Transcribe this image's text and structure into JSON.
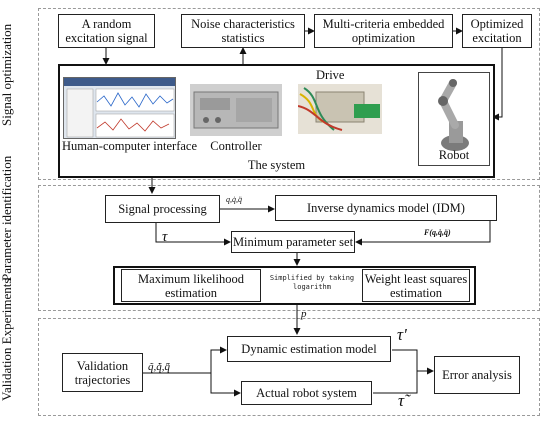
{
  "sections": {
    "signal_optimization": "Signal optimization",
    "parameter_identification": "Parameter identification",
    "validation_experiments": "Validation Experiments"
  },
  "boxes": {
    "random_excitation": "A random excitation signal",
    "noise_statistics": "Noise characteristics statistics",
    "multi_criteria": "Multi-criteria embedded optimization",
    "optimized_excitation": "Optimized excitation",
    "hci": "Human-computer interface",
    "controller": "Controller",
    "drive": "Drive",
    "robot": "Robot",
    "system": "The system",
    "signal_processing": "Signal processing",
    "idm": "Inverse dynamics model (IDM)",
    "min_param_set": "Minimum parameter set",
    "max_likelihood": "Maximum likelihood estimation",
    "weight_least_squares": "Weight least squares estimation",
    "validation_traj": "Validation trajectories",
    "dynamic_model": "Dynamic estimation model",
    "actual_robot": "Actual robot system",
    "error_analysis": "Error analysis"
  },
  "labels": {
    "q_dots": "q,q̇,q̈",
    "tau": "τ",
    "F_expr": "F(q,q̇,q̈)",
    "simplified": "Simplified by taking logarithm",
    "p": "p",
    "q_tilde": "q̃,q̃̇,q̃̈",
    "tau_prime": "τ'",
    "tau_tilde": "τ̃"
  }
}
